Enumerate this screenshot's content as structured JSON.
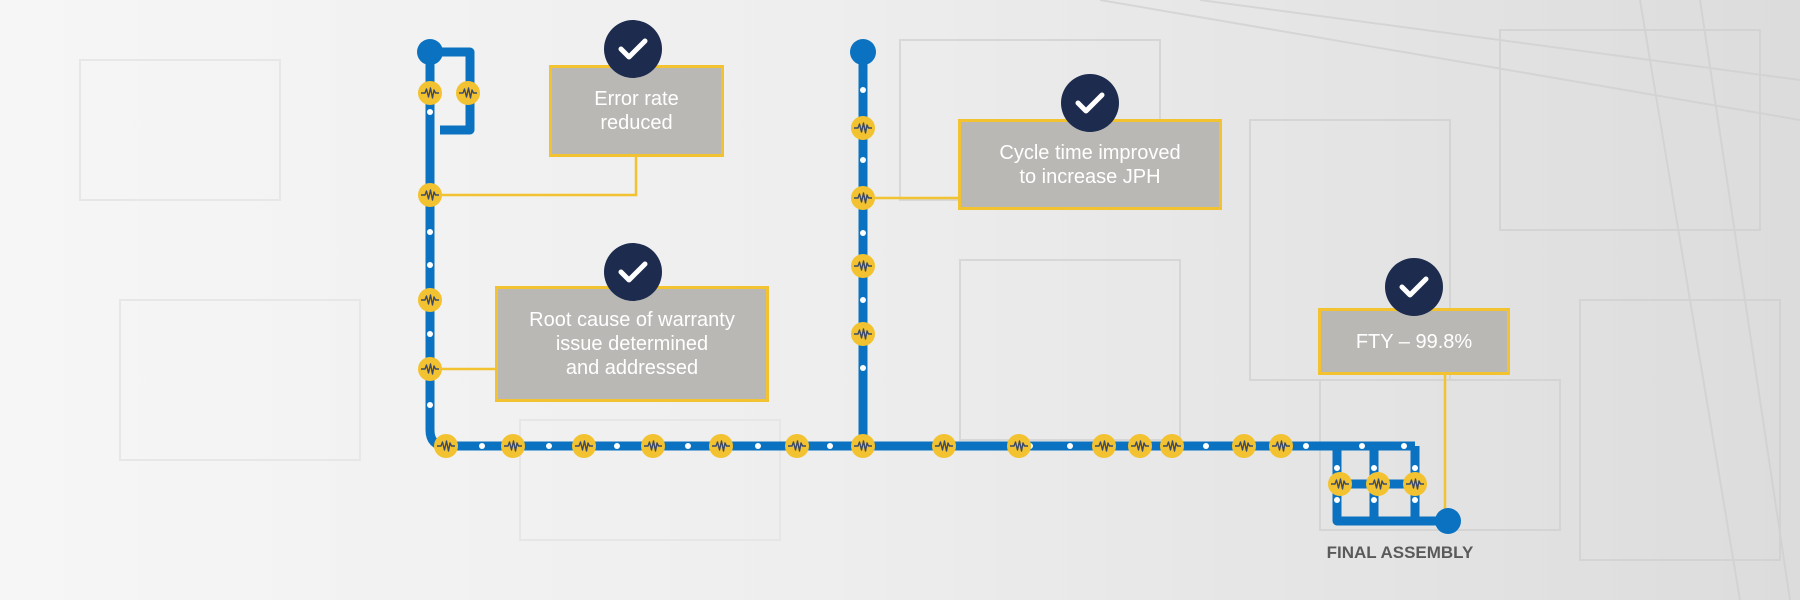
{
  "colors": {
    "line": "#0a72c0",
    "node": "#f2c230",
    "callout_bg": "#bab8b5",
    "callout_border": "#f2c230",
    "check_bg": "#1d2c4e",
    "label": "#5a5a5a"
  },
  "callouts": [
    {
      "id": "error-rate",
      "text": "Error rate\nreduced"
    },
    {
      "id": "root-cause",
      "text": "Root cause of warranty\nissue determined\nand addressed"
    },
    {
      "id": "cycle-time",
      "text": "Cycle time improved\nto increase JPH"
    },
    {
      "id": "fty",
      "text": "FTY – 99.8%"
    }
  ],
  "icons": {
    "check": "check-icon",
    "node": "waveform-node-icon"
  },
  "final_label": "FINAL ASSEMBLY"
}
